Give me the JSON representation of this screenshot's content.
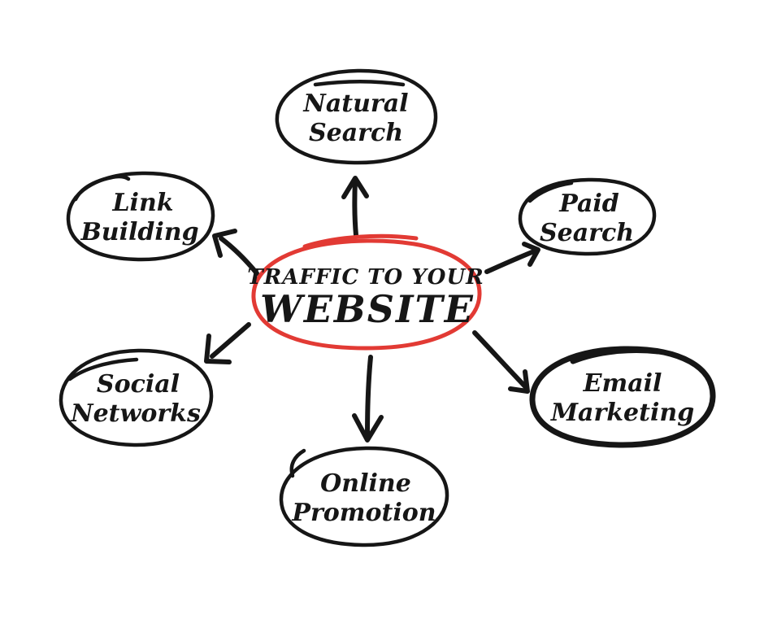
{
  "colors": {
    "background": "#ffffff",
    "ink": "#161616",
    "accent_red": "#e23a34"
  },
  "center": {
    "line1": "TRAFFIC TO YOUR",
    "line2": "WEBSITE"
  },
  "nodes": [
    {
      "id": "natural-search",
      "line1": "Natural",
      "line2": "Search"
    },
    {
      "id": "link-building",
      "line1": "Link",
      "line2": "Building"
    },
    {
      "id": "paid-search",
      "line1": "Paid",
      "line2": "Search"
    },
    {
      "id": "social-networks",
      "line1": "Social",
      "line2": "Networks"
    },
    {
      "id": "email-marketing",
      "line1": "Email",
      "line2": "Marketing"
    },
    {
      "id": "online-promotion",
      "line1": "Online",
      "line2": "Promotion"
    }
  ],
  "edges": [
    {
      "from": "website",
      "to": "natural-search"
    },
    {
      "from": "website",
      "to": "link-building"
    },
    {
      "from": "website",
      "to": "paid-search"
    },
    {
      "from": "website",
      "to": "social-networks"
    },
    {
      "from": "website",
      "to": "email-marketing"
    },
    {
      "from": "website",
      "to": "online-promotion"
    }
  ]
}
